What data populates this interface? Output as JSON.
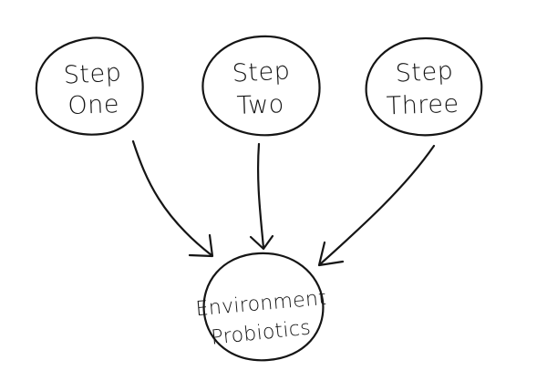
{
  "diagram": {
    "steps": [
      {
        "line1": "Step",
        "line2": "One"
      },
      {
        "line1": "Step",
        "line2": "Two"
      },
      {
        "line1": "Step",
        "line2": "Three"
      }
    ],
    "result": {
      "line1": "Environment",
      "line2": "Probiotics"
    },
    "colors": {
      "ink": "#151515",
      "background": "#ffffff"
    }
  }
}
